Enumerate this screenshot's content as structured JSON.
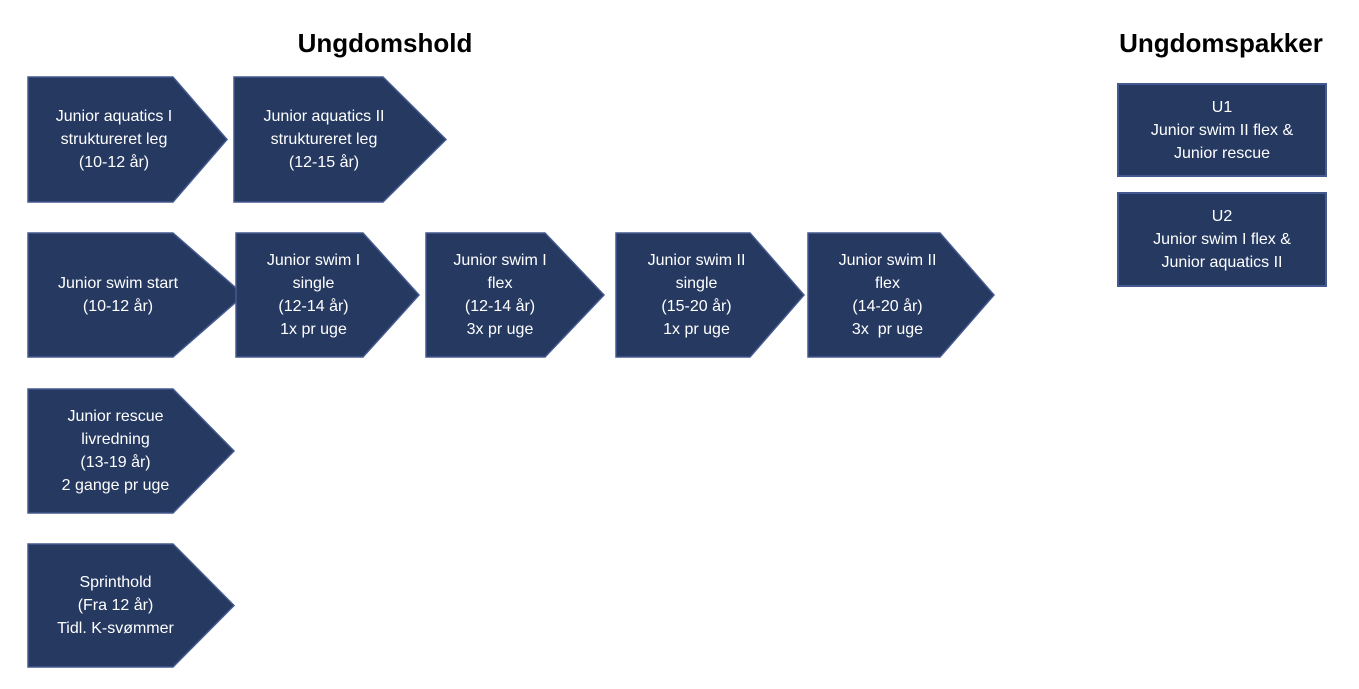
{
  "titles": {
    "left": "Ungdomshold",
    "right": "Ungdomspakker"
  },
  "colors": {
    "shape_fill": "#263961",
    "shape_border": "#44598F",
    "shape_text": "#FFFFFF",
    "title_color": "#000000",
    "page_bg": "#FFFFFF"
  },
  "arrows": [
    {
      "name": "junior-aquatics-1",
      "lines": [
        "Junior aquatics I",
        "struktureret leg",
        "(10-12 år)"
      ]
    },
    {
      "name": "junior-aquatics-2",
      "lines": [
        "Junior aquatics II",
        "struktureret leg",
        "(12-15 år)"
      ]
    },
    {
      "name": "junior-swim-start",
      "lines": [
        "Junior swim start",
        "(10-12 år)"
      ]
    },
    {
      "name": "junior-swim-1-single",
      "lines": [
        "Junior swim I",
        "single",
        "(12-14 år)",
        "1x pr uge"
      ]
    },
    {
      "name": "junior-swim-1-flex",
      "lines": [
        "Junior swim I",
        "flex",
        "(12-14 år)",
        "3x pr uge"
      ]
    },
    {
      "name": "junior-swim-2-single",
      "lines": [
        "Junior swim II",
        "single",
        "(15-20 år)",
        "1x pr uge"
      ]
    },
    {
      "name": "junior-swim-2-flex",
      "lines": [
        "Junior swim II",
        "flex",
        "(14-20 år)",
        "3x  pr uge"
      ]
    },
    {
      "name": "junior-rescue",
      "lines": [
        "Junior rescue",
        "livredning",
        "(13-19 år)",
        "2 gange pr uge"
      ]
    },
    {
      "name": "sprinthold",
      "lines": [
        "Sprinthold",
        "(Fra 12 år)",
        "Tidl. K-svømmer"
      ]
    }
  ],
  "packages": [
    {
      "name": "u1",
      "lines": [
        "U1",
        "Junior swim II flex &",
        "Junior rescue"
      ]
    },
    {
      "name": "u2",
      "lines": [
        "U2",
        "Junior swim I flex &",
        "Junior aquatics II"
      ]
    }
  ]
}
